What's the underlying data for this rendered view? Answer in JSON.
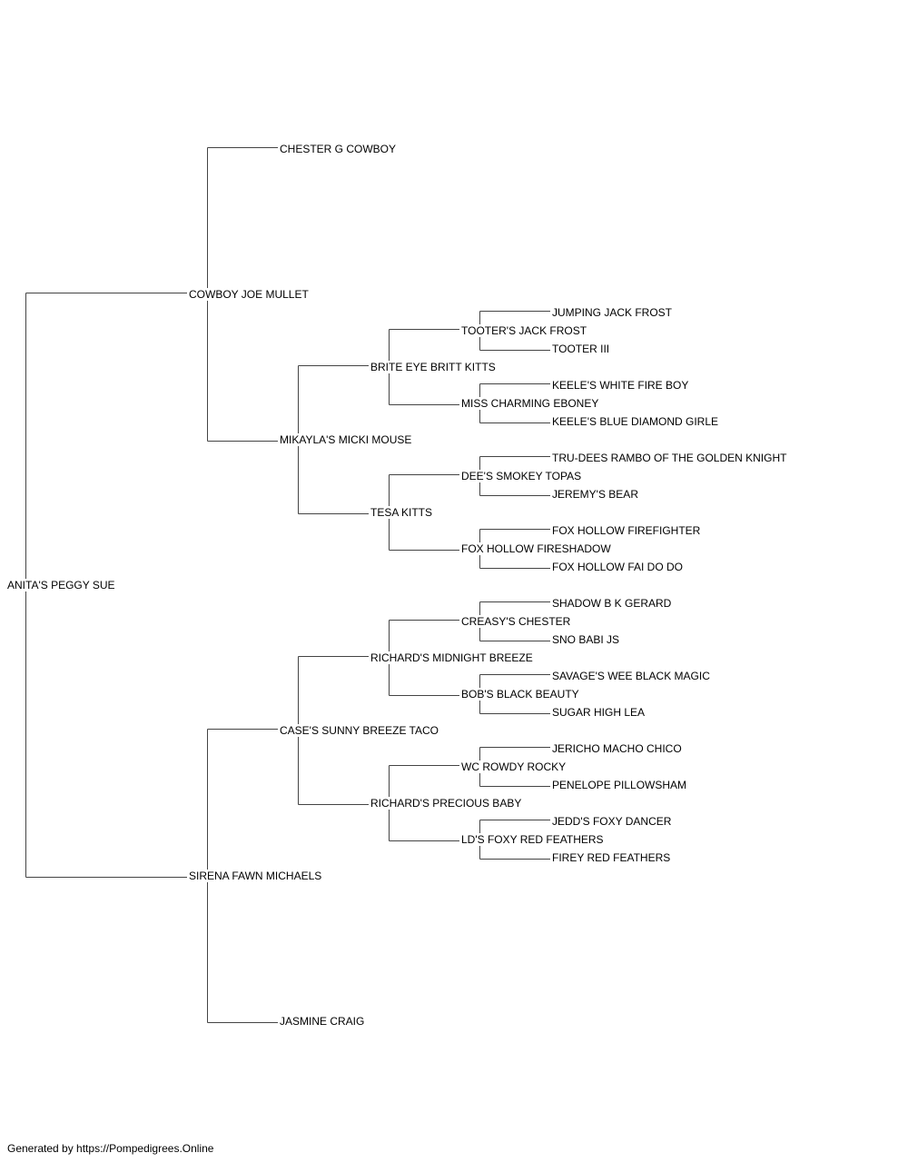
{
  "pedigree": {
    "subject": "ANITA'S PEGGY SUE",
    "sire": "COWBOY JOE MULLET",
    "dam": "SIRENA FAWN MICHAELS",
    "sire_sire": "CHESTER G COWBOY",
    "sire_dam": "MIKAYLA'S MICKI MOUSE",
    "sire_dam_sire": "BRITE EYE BRITT KITTS",
    "sire_dam_dam": "TESA KITTS",
    "sire_dam_sire_sire": "TOOTER'S JACK FROST",
    "sire_dam_sire_dam": "MISS CHARMING EBONEY",
    "sire_dam_dam_sire": "DEE'S SMOKEY TOPAS",
    "sire_dam_dam_dam": "FOX HOLLOW FIRESHADOW",
    "g5_1": "JUMPING JACK FROST",
    "g5_2": "TOOTER III",
    "g5_3": "KEELE'S WHITE FIRE BOY",
    "g5_4": "KEELE'S BLUE DIAMOND GIRLE",
    "g5_5": "TRU-DEES RAMBO OF THE GOLDEN KNIGHT",
    "g5_6": "JEREMY'S BEAR",
    "g5_7": "FOX HOLLOW FIREFIGHTER",
    "g5_8": "FOX HOLLOW FAI DO DO",
    "dam_sire": "CASE'S SUNNY BREEZE TACO",
    "dam_dam": "JASMINE CRAIG",
    "dam_sire_sire": "RICHARD'S MIDNIGHT BREEZE",
    "dam_sire_dam": "RICHARD'S PRECIOUS BABY",
    "dam_sire_sire_sire": "CREASY'S CHESTER",
    "dam_sire_sire_dam": "BOB'S BLACK BEAUTY",
    "dam_sire_dam_sire": "WC ROWDY ROCKY",
    "dam_sire_dam_dam": "LD'S FOXY RED FEATHERS",
    "g5_9": "SHADOW B K GERARD",
    "g5_10": "SNO BABI JS",
    "g5_11": "SAVAGE'S WEE BLACK MAGIC",
    "g5_12": "SUGAR HIGH LEA",
    "g5_13": "JERICHO MACHO CHICO",
    "g5_14": "PENELOPE PILLOWSHAM",
    "g5_15": "JEDD'S FOXY DANCER",
    "g5_16": "FIREY RED FEATHERS"
  },
  "footer": "Generated by https://Pompedigrees.Online",
  "colors": {
    "line": "#444444",
    "text": "#000000"
  }
}
